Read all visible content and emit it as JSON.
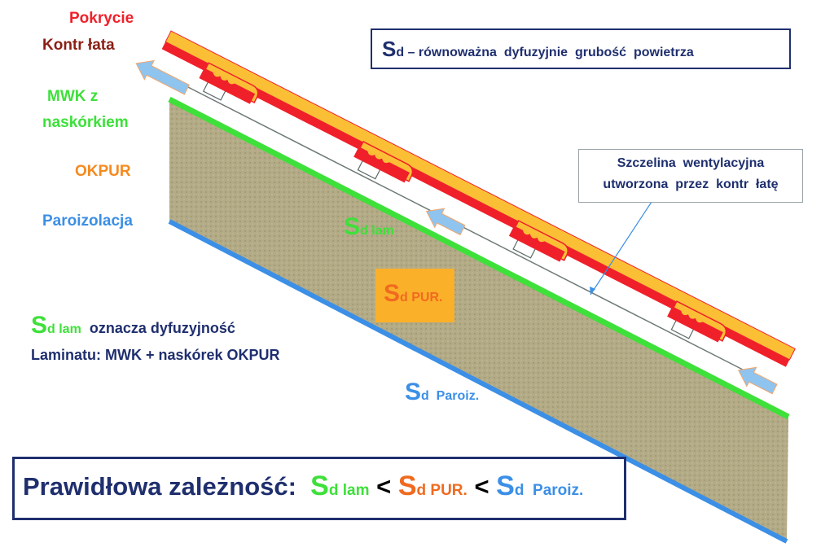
{
  "labels": {
    "pokrycie": "Pokrycie",
    "kontr_lata": "Kontr łata",
    "mwk_line1": "MWK z",
    "mwk_line2": "naskórkiem",
    "okpur": "OKPUR",
    "paroizolacja": "Paroizolacja"
  },
  "definition_box": {
    "s": "S",
    "d": "d",
    "text": " – równoważna  dyfuzyjnie  grubość  powietrza"
  },
  "callout": {
    "line1": "Szczelina  wentylacyjna",
    "line2": "utworzona  przez  kontr  łatę"
  },
  "diagram_tags": {
    "sd_lam": {
      "s": "S",
      "sub": "d lam"
    },
    "sd_pur": {
      "s": "S",
      "sub": "d PUR."
    },
    "sd_paroiz": {
      "s": "S",
      "sub": "d  Paroiz."
    }
  },
  "note": {
    "s": "S",
    "sub": "d lam",
    "line1": "oznacza dyfuzyjność",
    "line2": "Laminatu: MWK + naskórek OKPUR"
  },
  "relation": {
    "title": "Prawidłowa zależność:",
    "term1": {
      "s": "S",
      "sub": "d lam"
    },
    "lt1": "<",
    "term2": {
      "s": "S",
      "sub": "d PUR."
    },
    "lt2": "<",
    "term3": {
      "s": "S",
      "sub": "d  Paroiz."
    }
  },
  "colors": {
    "red": "#f0202a",
    "brown": "#8b1f14",
    "green": "#3ee03a",
    "orange": "#f58a1f",
    "blue": "#3b8fe6",
    "navy": "#1f2f6e",
    "yellow": "#fbbf36",
    "board": "#b8ae88",
    "arrow": "#8fc4ef"
  }
}
